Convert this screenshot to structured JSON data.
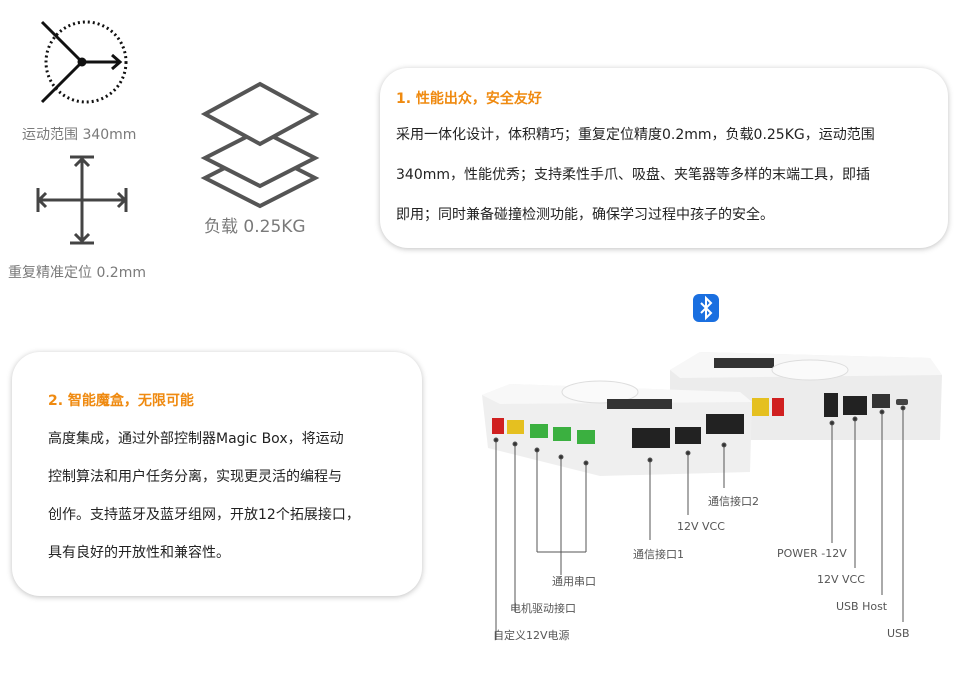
{
  "specs": {
    "range": "运动范围 340mm",
    "precision": "重复精准定位 0.2mm",
    "load": "负载 0.25KG"
  },
  "card1": {
    "title": "1. 性能出众，安全友好",
    "lines": [
      "采用一体化设计，体积精巧；重复定位精度0.2mm，负载0.25KG，运动范围",
      "340mm，性能优秀；支持柔性手爪、吸盘、夹笔器等多样的末端工具，即插",
      "即用；同时兼备碰撞检测功能，确保学习过程中孩子的安全。"
    ]
  },
  "card2": {
    "title": "2. 智能魔盒，无限可能",
    "lines": [
      "高度集成，通过外部控制器Magic Box，将运动",
      "控制算法和用户任务分离，实现更灵活的编程与",
      "创作。支持蓝牙及蓝牙组网，开放12个拓展接口，",
      "具有良好的开放性和兼容性。"
    ]
  },
  "ports": {
    "comm2": "通信接口2",
    "vcc_left": "12V VCC",
    "comm1": "通信接口1",
    "serial": "通用串口",
    "motor": "电机驱动接口",
    "custom_power": "自定义12V电源",
    "power": "POWER -12V",
    "vcc_right": "12V VCC",
    "usb_host": "USB Host",
    "usb": "USB"
  },
  "colors": {
    "accent": "#ef8a10",
    "bluetooth": "#1a6fe0"
  }
}
